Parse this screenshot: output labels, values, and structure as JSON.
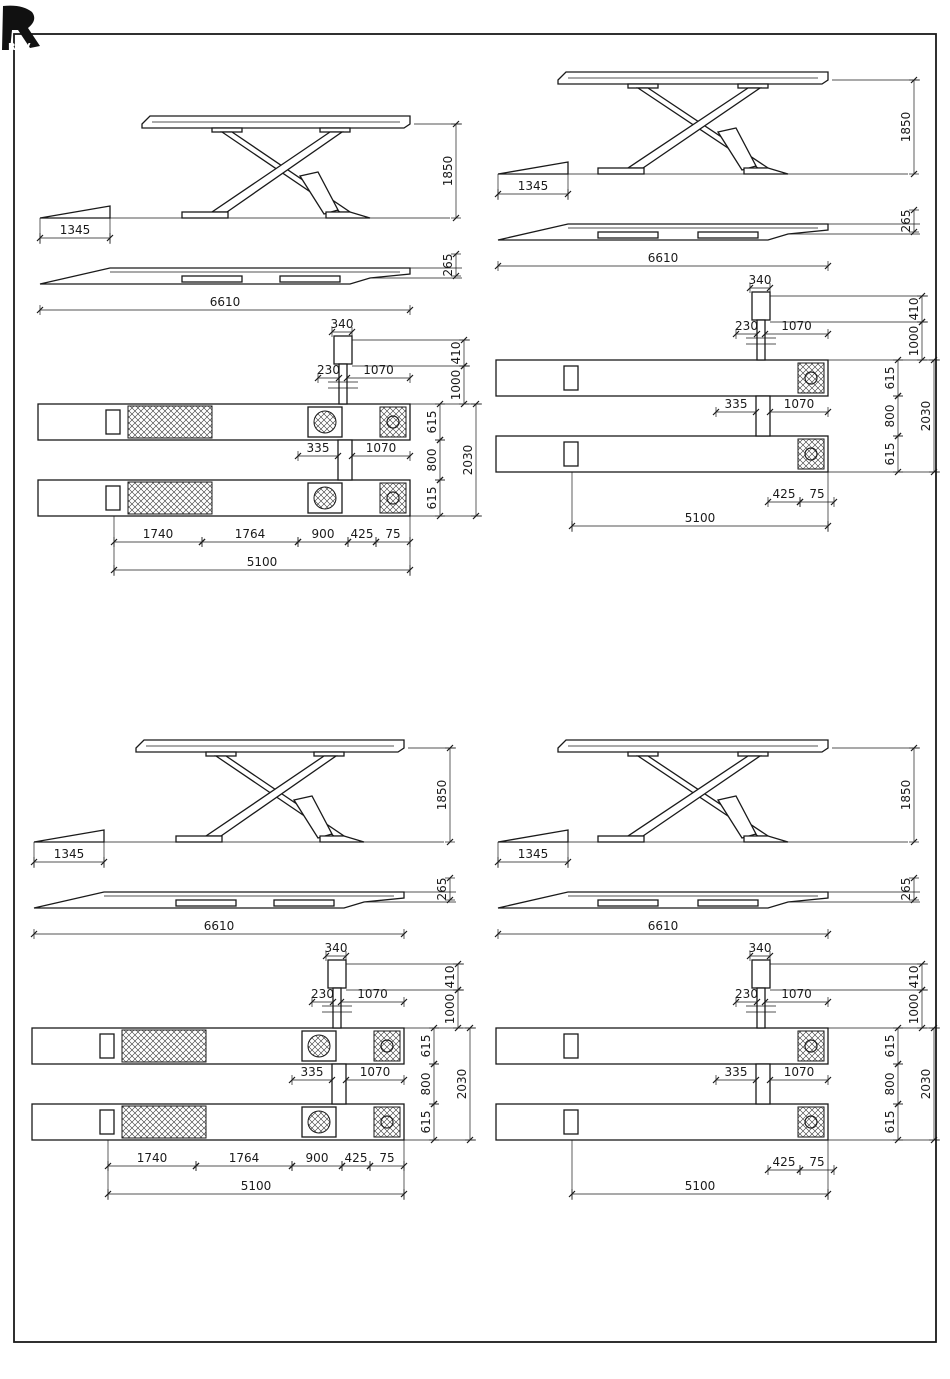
{
  "brand": {
    "logo_text": "RAV"
  },
  "drawings": [
    {
      "id": "top-left",
      "dims": {
        "height": "1850",
        "ramp": "1345",
        "low": "265",
        "total": "6610",
        "col_w": "340",
        "col_h": "410",
        "col_reach": "1000",
        "col_off": "230",
        "col_dist": "1070",
        "cross": "335",
        "cross_dist": "1070",
        "plat": "615",
        "gap": "800",
        "plat2": "615",
        "overall": "2030",
        "seg1": "1740",
        "seg2": "1764",
        "seg3": "900",
        "seg4": "425",
        "seg5": "75",
        "base": "5100"
      }
    },
    {
      "id": "top-right",
      "dims": {
        "height": "1850",
        "ramp": "1345",
        "low": "265",
        "total": "6610",
        "col_w": "340",
        "col_h": "410",
        "col_reach": "1000",
        "col_off": "230",
        "col_dist": "1070",
        "cross": "335",
        "cross_dist": "1070",
        "plat": "615",
        "gap": "800",
        "plat2": "615",
        "overall": "2030",
        "seg4": "425",
        "seg5": "75",
        "base": "5100"
      }
    },
    {
      "id": "bottom-left",
      "dims": {
        "height": "1850",
        "ramp": "1345",
        "low": "265",
        "total": "6610",
        "col_w": "340",
        "col_h": "410",
        "col_reach": "1000",
        "col_off": "230",
        "col_dist": "1070",
        "cross": "335",
        "cross_dist": "1070",
        "plat": "615",
        "gap": "800",
        "plat2": "615",
        "overall": "2030",
        "seg1": "1740",
        "seg2": "1764",
        "seg3": "900",
        "seg4": "425",
        "seg5": "75",
        "base": "5100"
      }
    },
    {
      "id": "bottom-right",
      "dims": {
        "height": "1850",
        "ramp": "1345",
        "low": "265",
        "total": "6610",
        "col_w": "340",
        "col_h": "410",
        "col_reach": "1000",
        "col_off": "230",
        "col_dist": "1070",
        "cross": "335",
        "cross_dist": "1070",
        "plat": "615",
        "gap": "800",
        "plat2": "615",
        "overall": "2030",
        "seg4": "425",
        "seg5": "75",
        "base": "5100"
      }
    }
  ]
}
